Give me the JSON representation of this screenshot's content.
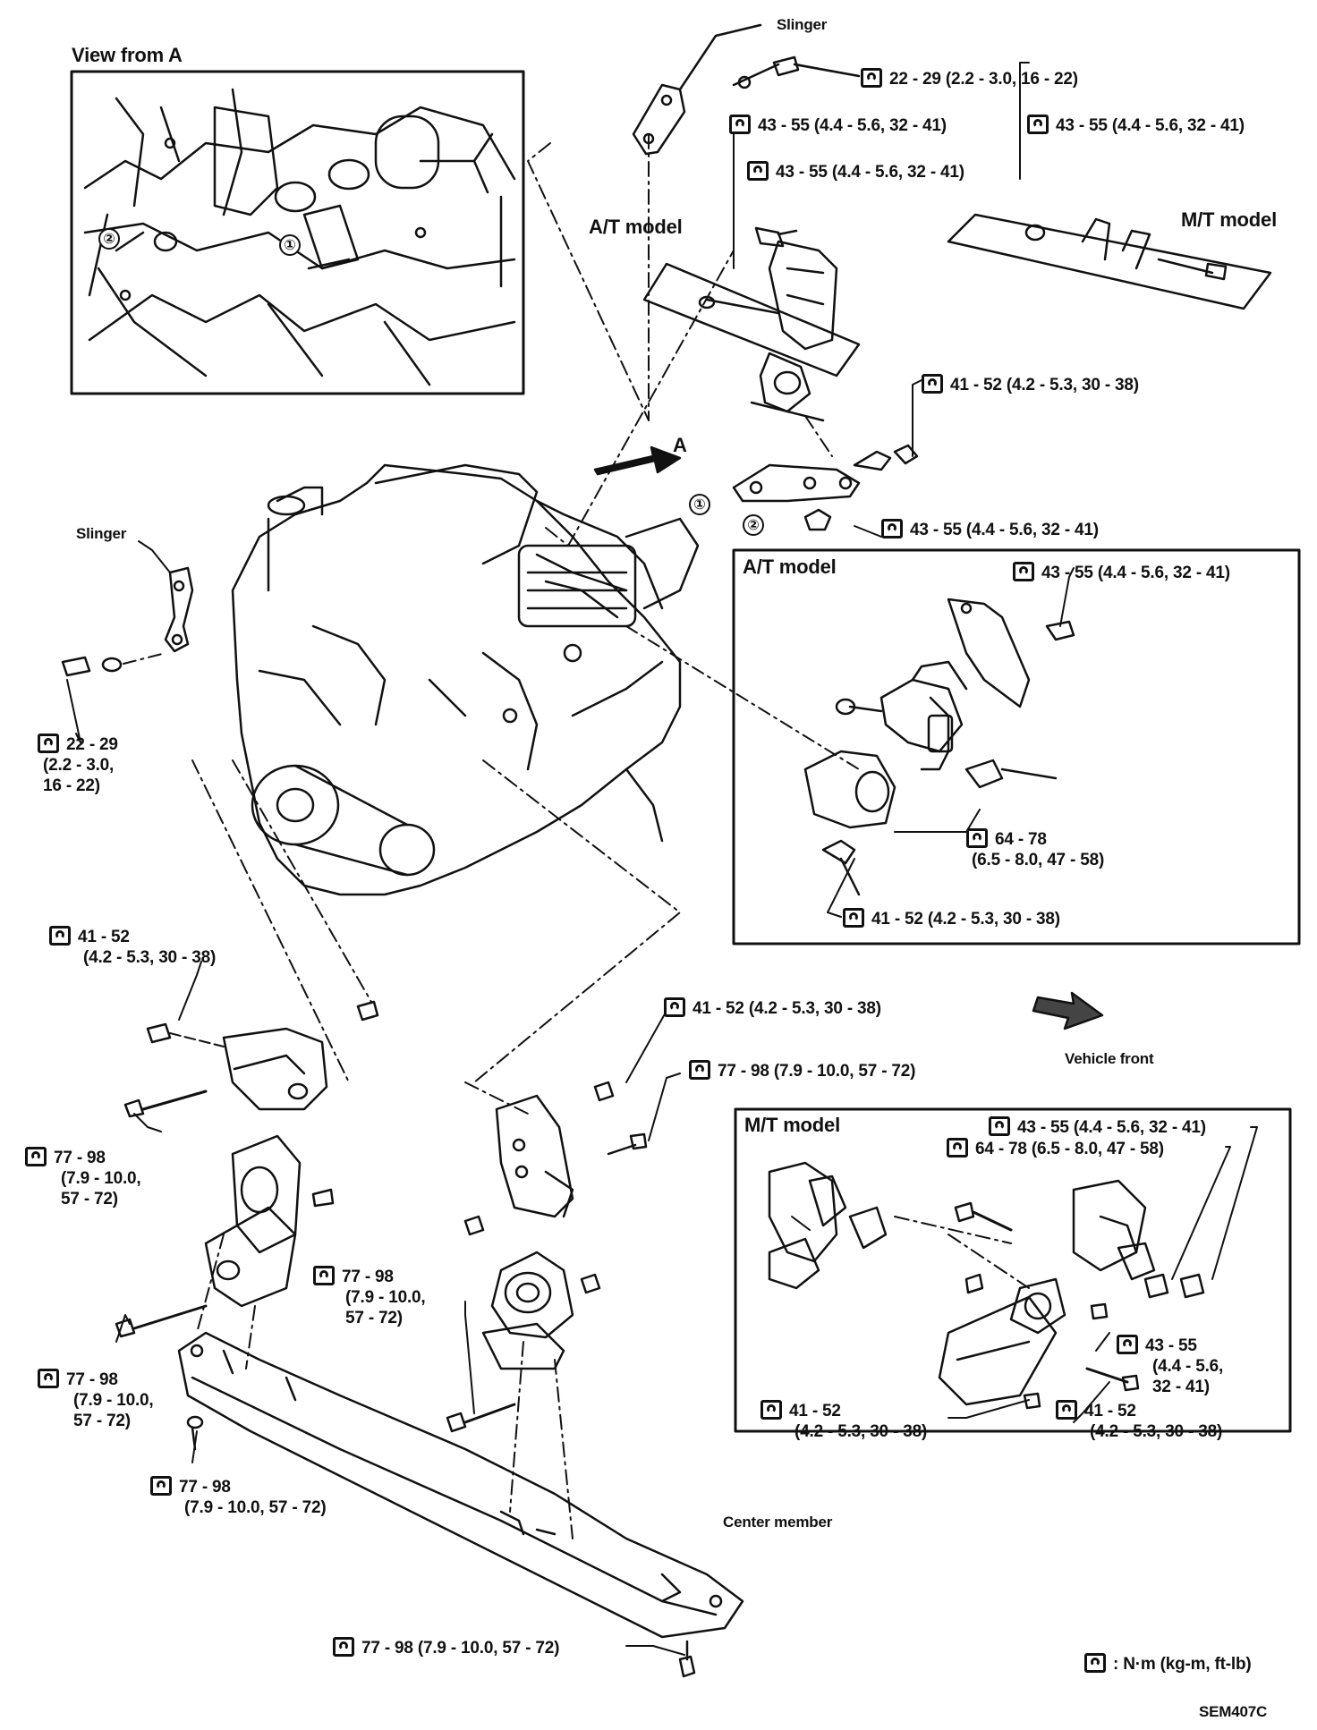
{
  "titles": {
    "view_from_a": "View from A",
    "at_model_top": "A/T model",
    "mt_model_top": "M/T model",
    "at_model_box": "A/T model",
    "mt_model_box": "M/T model",
    "vehicle_front": "Vehicle front",
    "arrow_a": "A",
    "center_member": "Center member",
    "slinger_top": "Slinger",
    "slinger_left": "Slinger",
    "callout_1": "①",
    "callout_2": "②",
    "figure_code": "SEM407C"
  },
  "legend": {
    "unit": ": N·m (kg-m, ft-lb)"
  },
  "torques": {
    "slinger_top": "22 - 29 (2.2 - 3.0, 16 - 22)",
    "at_top_left": "43 - 55 (4.4 - 5.6, 32 - 41)",
    "at_top_bolt": "43 - 55 (4.4 - 5.6, 32 - 41)",
    "mt_top": "43 - 55 (4.4 - 5.6, 32 - 41)",
    "rear_bracket": "41 - 52 (4.2 - 5.3, 30 - 38)",
    "rear_nut": "43 - 55 (4.4 - 5.6, 32 - 41)",
    "at_box_top": "43 - 55 (4.4 - 5.6, 32 - 41)",
    "at_box_mid_1": "64 - 78",
    "at_box_mid_2": "(6.5 - 8.0, 47 - 58)",
    "at_box_bottom": "41 - 52 (4.2 - 5.3, 30 - 38)",
    "slinger_left_1": "22 - 29",
    "slinger_left_2": "(2.2 - 3.0,",
    "slinger_left_3": "16 - 22)",
    "left_mount_top_1": "41 - 52",
    "left_mount_top_2": "(4.2 - 5.3, 30 - 38)",
    "left_mount_bolt_1": "77 - 98",
    "left_mount_bolt_2": "(7.9 - 10.0,",
    "left_mount_bolt_3": "57 - 72)",
    "left_lower_1": "77 - 98",
    "left_lower_2": "(7.9 - 10.0,",
    "left_lower_3": "57 - 72)",
    "member_left_1": "77 - 98",
    "member_left_2": "(7.9 - 10.0, 57 - 72)",
    "front_mount_top": "41 - 52 (4.2 - 5.3, 30 - 38)",
    "front_mount_bolt": "77 - 98 (7.9 - 10.0, 57 - 72)",
    "front_mount_lower_1": "77 - 98",
    "front_mount_lower_2": "(7.9 - 10.0,",
    "front_mount_lower_3": "57 - 72)",
    "member_bottom": "77 - 98 (7.9 - 10.0, 57 - 72)",
    "mt_box_top": "43 - 55 (4.4 - 5.6, 32 - 41)",
    "mt_box_top_2": "64 - 78 (6.5 - 8.0, 47 - 58)",
    "mt_box_right_1": "43 - 55",
    "mt_box_right_2": "(4.4 - 5.6,",
    "mt_box_right_3": "32 - 41)",
    "mt_box_left_1": "41 - 52",
    "mt_box_left_2": "(4.2 - 5.3, 30 - 38)",
    "mt_box_right_low_1": "41 - 52",
    "mt_box_right_low_2": "(4.2 - 5.3, 30 - 38)"
  }
}
